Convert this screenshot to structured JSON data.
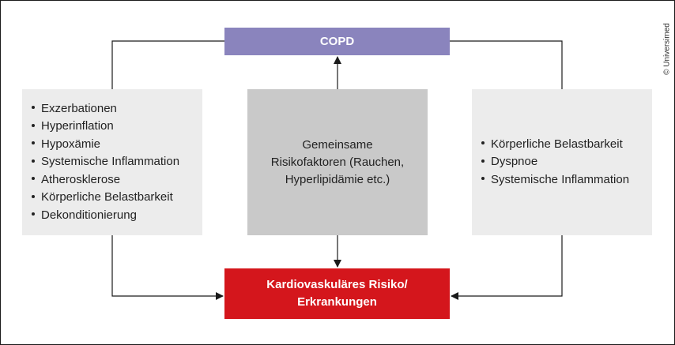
{
  "copd_box": {
    "label": "COPD"
  },
  "cardio_box": {
    "line1": "Kardiovaskuläres Risiko/",
    "line2": "Erkrankungen"
  },
  "center_box": {
    "line1": "Gemeinsame",
    "line2": "Risikofaktoren (Rauchen,",
    "line3": "Hyperlipidämie etc.)"
  },
  "left_box": {
    "items": [
      "Exzerbationen",
      "Hyperinflation",
      "Hypoxämie",
      "Systemische Inflammation",
      "Atherosklerose",
      "Körperliche Belastbarkeit",
      "Dekonditionierung"
    ]
  },
  "right_box": {
    "items": [
      "Körperliche Belastbarkeit",
      "Dyspnoe",
      "Systemische Inflammation"
    ]
  },
  "credit": "© Universimed",
  "colors": {
    "copd": "#8a84bd",
    "cardio": "#d4161c",
    "center": "#c9c9c9",
    "side": "#ececec",
    "line": "#1a1a1a"
  }
}
